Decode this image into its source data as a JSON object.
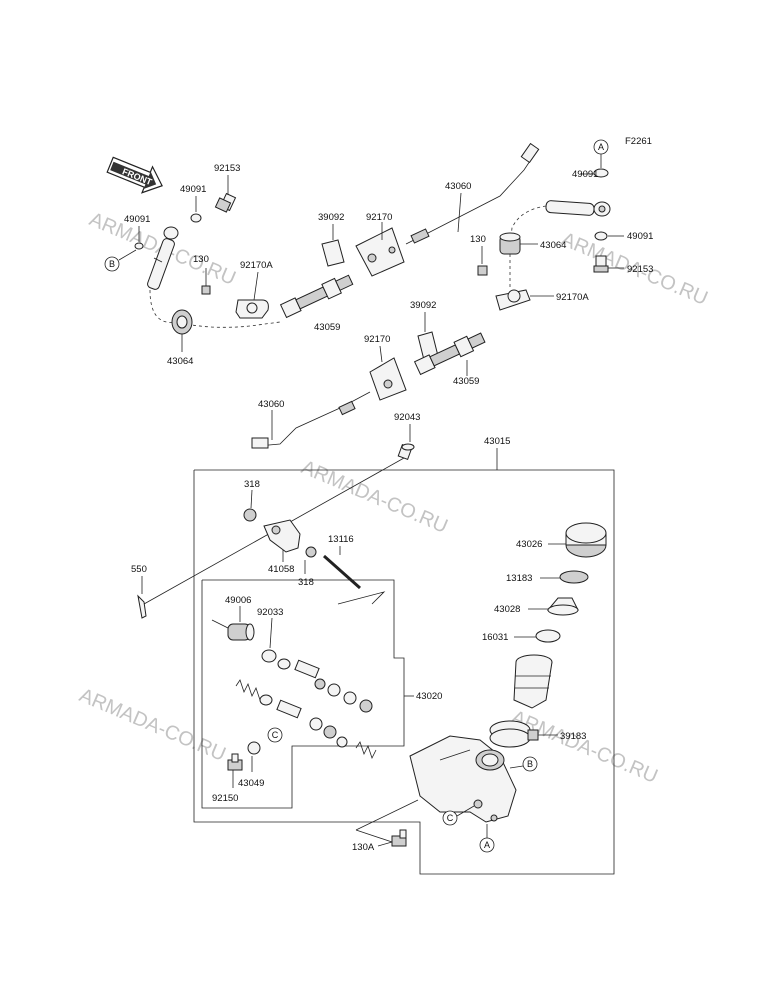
{
  "figure_id": "F2261",
  "front_label": "FRONT",
  "watermark": "ARMADA-CO.RU",
  "callout_letters": {
    "a": "A",
    "b": "B",
    "c": "C"
  },
  "labels": {
    "p49091_a": "49091",
    "p49091_b": "49091",
    "p49091_c": "49091",
    "p49091_d": "49091",
    "p92153_a": "92153",
    "p92153_b": "92153",
    "p130_a": "130",
    "p130_b": "130",
    "p130A": "130A",
    "p92170A_a": "92170A",
    "p92170A_b": "92170A",
    "p43064_a": "43064",
    "p43064_b": "43064",
    "p39092_a": "39092",
    "p39092_b": "39092",
    "p92170_a": "92170",
    "p92170_b": "92170",
    "p43060_a": "43060",
    "p43060_b": "43060",
    "p43059_a": "43059",
    "p43059_b": "43059",
    "p92043": "92043",
    "p43015": "43015",
    "p318_a": "318",
    "p318_b": "318",
    "p41058": "41058",
    "p13116": "13116",
    "p550": "550",
    "p43026": "43026",
    "p13183": "13183",
    "p43028": "43028",
    "p16031": "16031",
    "p49006": "49006",
    "p92033": "92033",
    "p43020": "43020",
    "p39183": "39183",
    "p43049": "43049",
    "p92150": "92150"
  }
}
